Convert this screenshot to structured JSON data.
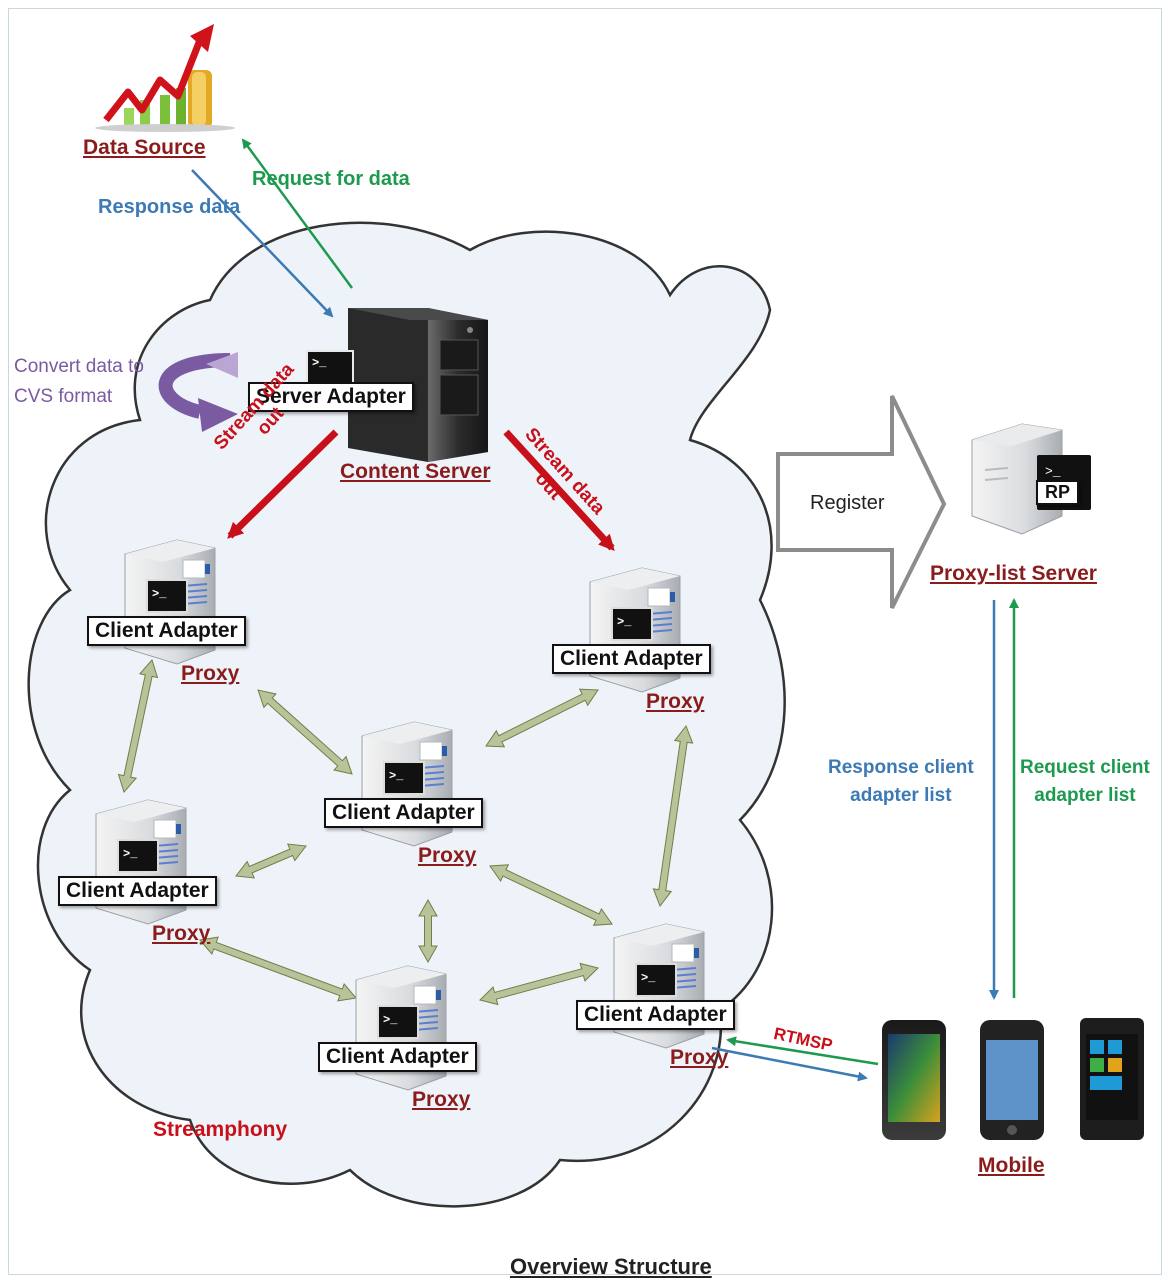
{
  "title": "Overview Structure",
  "data_source": {
    "label": "Data Source"
  },
  "arrows": {
    "request_for_data": "Request for data",
    "response_data": "Response data",
    "convert_line1": "Convert data to",
    "convert_line2": "CVS format",
    "stream_out_left_1": "Stream data",
    "stream_out_left_2": "out",
    "stream_out_right_1": "Stream data",
    "stream_out_right_2": "out",
    "register": "Register",
    "response_client_1": "Response client",
    "response_client_2": "adapter list",
    "request_client_1": "Request client",
    "request_client_2": "adapter list",
    "rtmsp": "RTMSP"
  },
  "content_server": {
    "adapter": "Server Adapter",
    "label": "Content Server"
  },
  "proxy_list_server": {
    "badge": "RP",
    "label": "Proxy-list Server"
  },
  "cloud_label": "Streamphony",
  "mobile_label": "Mobile",
  "proxies": [
    {
      "adapter": "Client Adapter",
      "label": "Proxy"
    },
    {
      "adapter": "Client Adapter",
      "label": "Proxy"
    },
    {
      "adapter": "Client Adapter",
      "label": "Proxy"
    },
    {
      "adapter": "Client Adapter",
      "label": "Proxy"
    },
    {
      "adapter": "Client Adapter",
      "label": "Proxy"
    },
    {
      "adapter": "Client Adapter",
      "label": "Proxy"
    }
  ],
  "colors": {
    "cloud_fill": "#eef3f9",
    "cloud_stroke": "#333333",
    "stream_red": "#c8101a",
    "response_blue": "#3c7ab5",
    "request_green": "#1e9a4f",
    "link_olive": "#b7c49a",
    "underline_label": "#8b1c1c"
  }
}
